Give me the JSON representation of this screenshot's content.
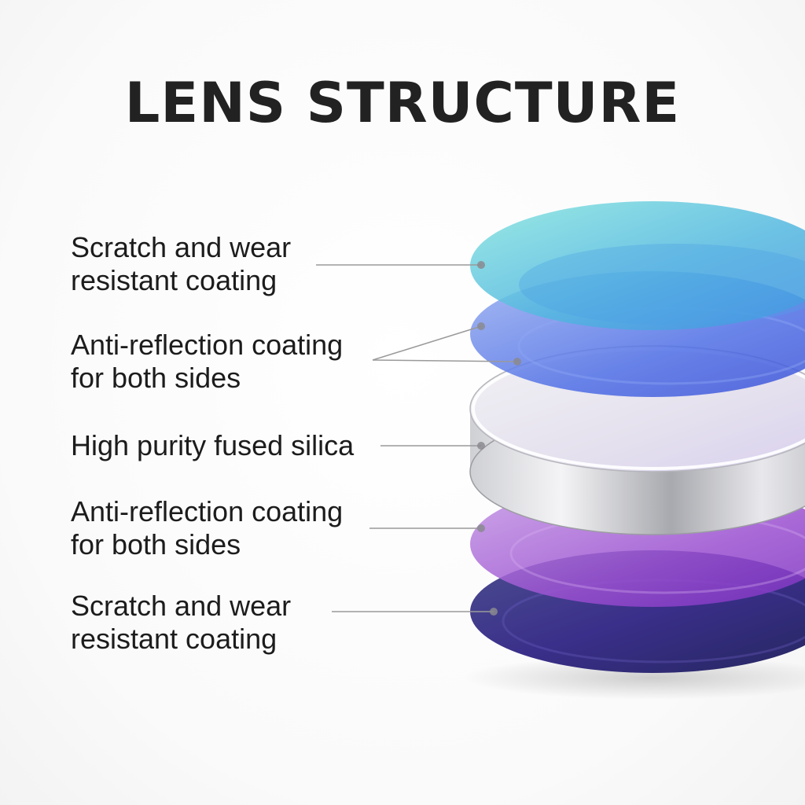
{
  "title": "LENS STRUCTURE",
  "layers": [
    {
      "line1": "Scratch and wear",
      "line2": "resistant coating",
      "color": "#5fd0d8"
    },
    {
      "line1": "Anti-reflection coating",
      "line2": "for both sides",
      "color": "#5a78e0"
    },
    {
      "line1": "High purity fused silica",
      "line2": "",
      "color": "#d9d9dd"
    },
    {
      "line1": "Anti-reflection coating",
      "line2": "for both sides",
      "color": "#a35bd6"
    },
    {
      "line1": "Scratch and wear",
      "line2": "resistant coating",
      "color": "#3a3fa0"
    }
  ]
}
